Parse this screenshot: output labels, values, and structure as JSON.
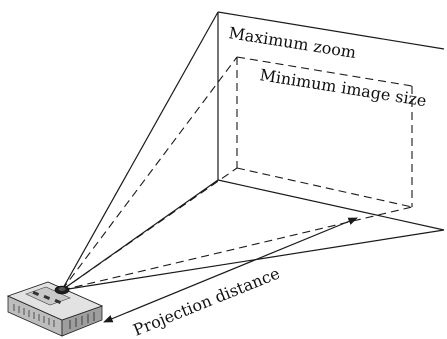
{
  "diagram": {
    "labels": {
      "maximum_zoom": "Maximum zoom",
      "minimum_image_size": "Minimum image size",
      "projection_distance": "Projection distance"
    },
    "colors": {
      "line": "#1a1a1a",
      "background": "#ffffff",
      "projector_body": "#d8d8d8",
      "projector_dark": "#2a2a2a"
    },
    "icons": [
      "projector-icon"
    ]
  }
}
